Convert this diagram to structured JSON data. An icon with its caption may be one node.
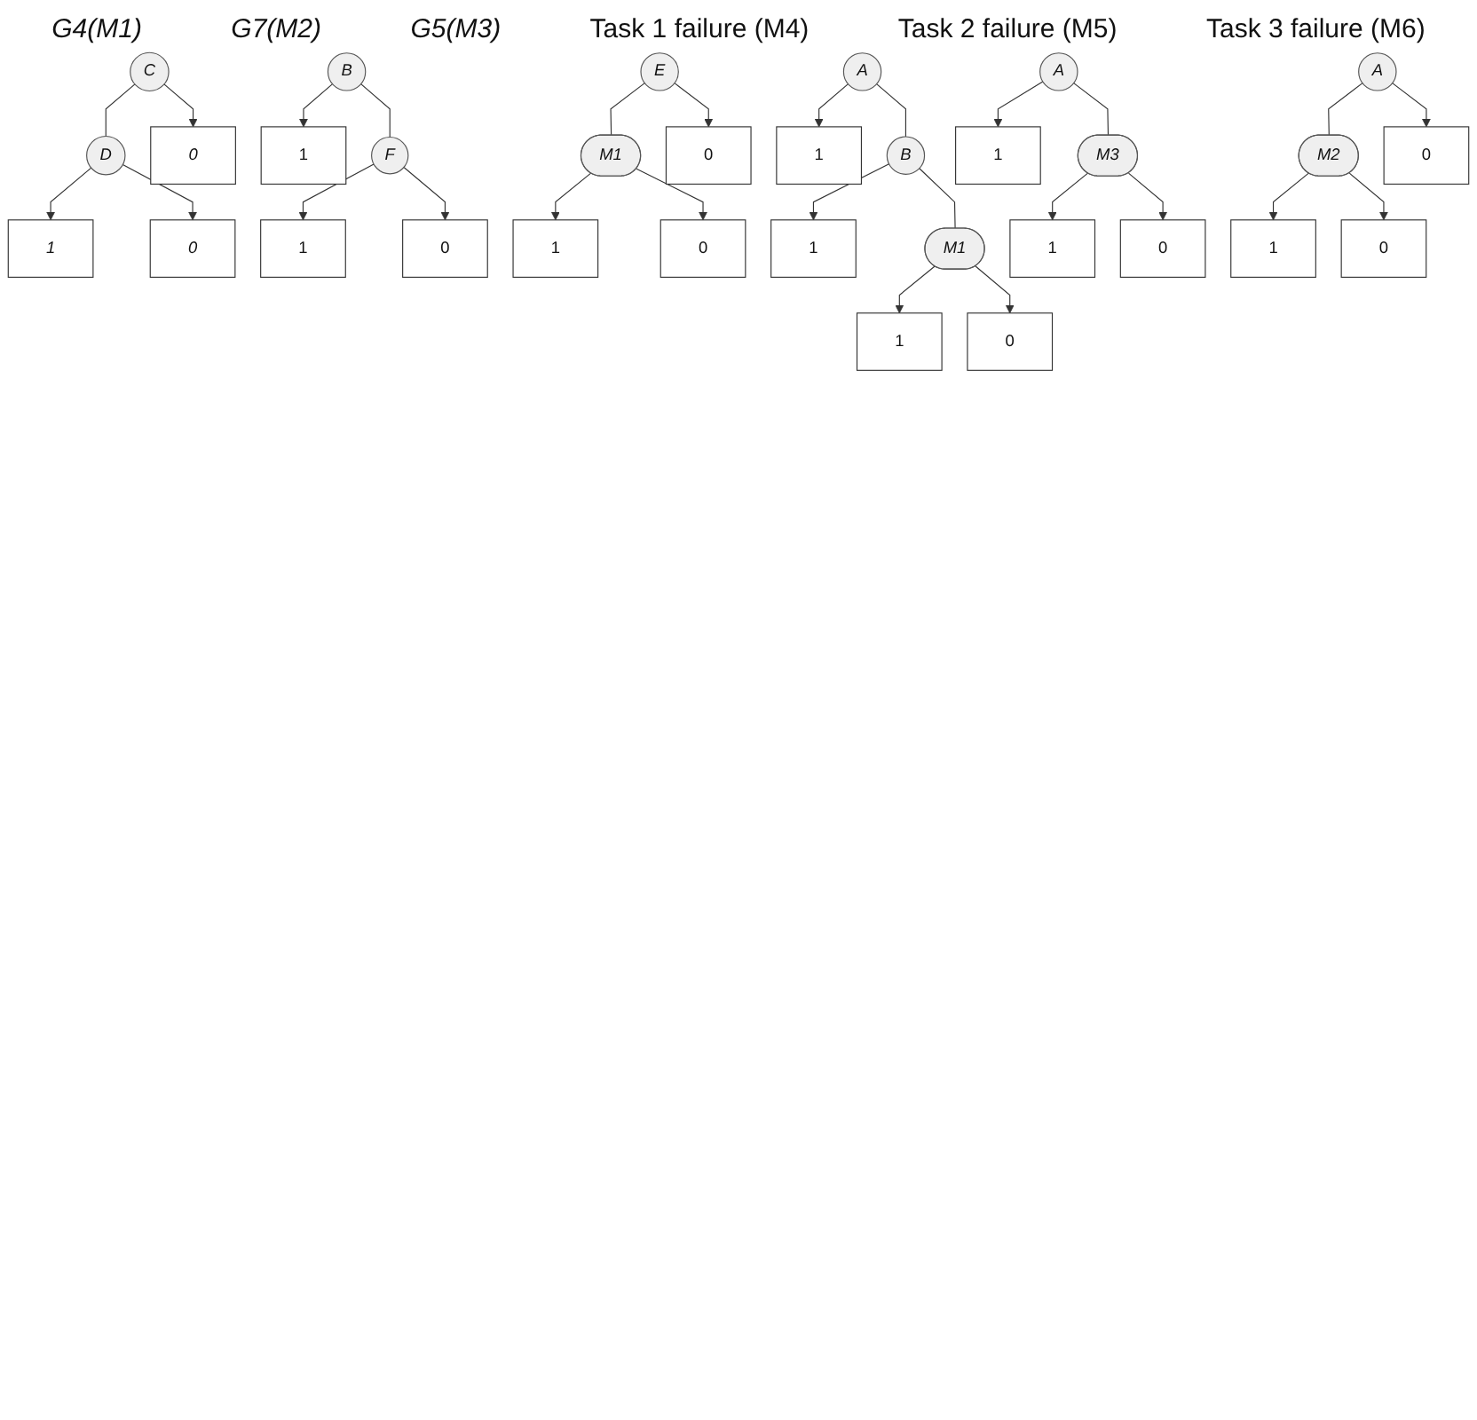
{
  "diagram": {
    "nodes": [
      {
        "text": [
          "C"
        ]
      },
      {
        "text": [
          "D"
        ]
      },
      {
        "text": [
          "0"
        ]
      },
      {
        "text": [
          "1"
        ]
      },
      {
        "text": [
          "0"
        ]
      },
      {
        "text": [
          "B"
        ]
      },
      {
        "text": [
          "1"
        ]
      },
      {
        "text": [
          "F"
        ]
      },
      {
        "text": [
          "1"
        ]
      },
      {
        "text": [
          "0"
        ]
      },
      {
        "text": [
          "E"
        ]
      },
      {
        "text": [
          "M1"
        ]
      },
      {
        "text": [
          "0"
        ]
      },
      {
        "text": [
          "1"
        ]
      },
      {
        "text": [
          "0"
        ]
      },
      {
        "text": [
          "A"
        ]
      },
      {
        "text": [
          "1"
        ]
      },
      {
        "text": [
          "B"
        ]
      },
      {
        "text": [
          "1"
        ]
      },
      {
        "text": [
          "M1"
        ]
      },
      {
        "text": [
          "1"
        ]
      },
      {
        "text": [
          "0"
        ]
      },
      {
        "text": [
          "A"
        ]
      },
      {
        "text": [
          "1"
        ]
      },
      {
        "text": [
          "M3"
        ]
      },
      {
        "text": [
          "1"
        ]
      },
      {
        "text": [
          "0"
        ]
      },
      {
        "text": [
          "A"
        ]
      },
      {
        "text": [
          "M2"
        ]
      },
      {
        "text": [
          "0"
        ]
      },
      {
        "text": [
          "1"
        ]
      },
      {
        "text": [
          "0"
        ]
      }
    ],
    "edges": [
      {
        "from": 0,
        "to": 1,
        "arrow": "none"
      },
      {
        "from": 0,
        "to": 2,
        "arrow": "to"
      },
      {
        "from": 1,
        "to": 3,
        "arrow": "to"
      },
      {
        "from": 1,
        "to": 4,
        "arrow": "to"
      },
      {
        "from": 5,
        "to": 6,
        "arrow": "to"
      },
      {
        "from": 5,
        "to": 7,
        "arrow": "none"
      },
      {
        "from": 7,
        "to": 8,
        "arrow": "to"
      },
      {
        "from": 7,
        "to": 9,
        "arrow": "to"
      },
      {
        "from": 10,
        "to": 11,
        "arrow": "none"
      },
      {
        "from": 10,
        "to": 12,
        "arrow": "to"
      },
      {
        "from": 11,
        "to": 13,
        "arrow": "to"
      },
      {
        "from": 11,
        "to": 14,
        "arrow": "to"
      },
      {
        "from": 15,
        "to": 16,
        "arrow": "to"
      },
      {
        "from": 15,
        "to": 17,
        "arrow": "none"
      },
      {
        "from": 17,
        "to": 18,
        "arrow": "to"
      },
      {
        "from": 17,
        "to": 19,
        "arrow": "none"
      },
      {
        "from": 19,
        "to": 20,
        "arrow": "to"
      },
      {
        "from": 19,
        "to": 21,
        "arrow": "to"
      },
      {
        "from": 22,
        "to": 23,
        "arrow": "to"
      },
      {
        "from": 22,
        "to": 24,
        "arrow": "none"
      },
      {
        "from": 24,
        "to": 25,
        "arrow": "to"
      },
      {
        "from": 24,
        "to": 26,
        "arrow": "to"
      },
      {
        "from": 27,
        "to": 28,
        "arrow": "none"
      },
      {
        "from": 27,
        "to": 29,
        "arrow": "to"
      },
      {
        "from": 28,
        "to": 30,
        "arrow": "to"
      },
      {
        "from": 28,
        "to": 31,
        "arrow": "to"
      }
    ],
    "labels": [
      "G4(M1)",
      "G7(M2)",
      "G5(M3)",
      "Task 1 failure (M4)",
      "Task 2 failure (M5)",
      "Task 3 failure (M6)"
    ]
  }
}
